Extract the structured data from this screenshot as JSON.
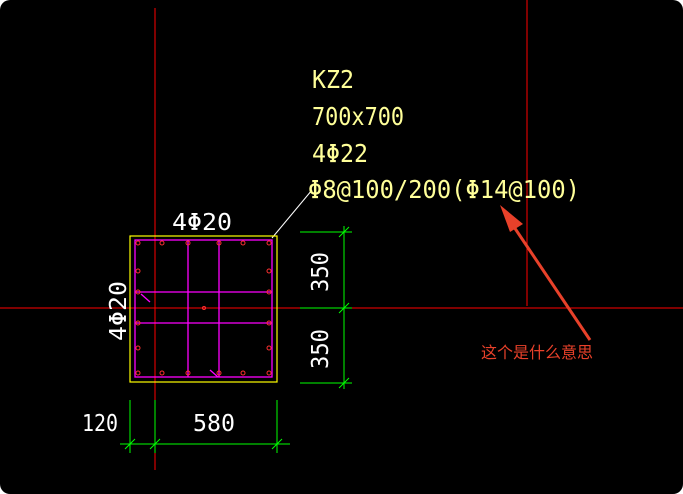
{
  "column_info": {
    "name": "KZ2",
    "section": "700x700",
    "corner_bars": "4Φ22",
    "stirrups": "Φ8@100/200(Φ14@100)"
  },
  "section_view": {
    "top_bars": "4Φ20",
    "side_bars": "4Φ20",
    "dim_upper": "350",
    "dim_lower": "350",
    "dim_left": "120",
    "dim_width": "580"
  },
  "annotation": {
    "question": "这个是什么意思"
  },
  "colors": {
    "background": "#000000",
    "axis": "#ff0000",
    "outline": "#ffff00",
    "text": "#ffff99",
    "stirrup": "#ff00ff",
    "bar": "#ff0000",
    "dimension": "#00ff00",
    "arrow": "#e8412a",
    "question_text": "#e8412a"
  }
}
